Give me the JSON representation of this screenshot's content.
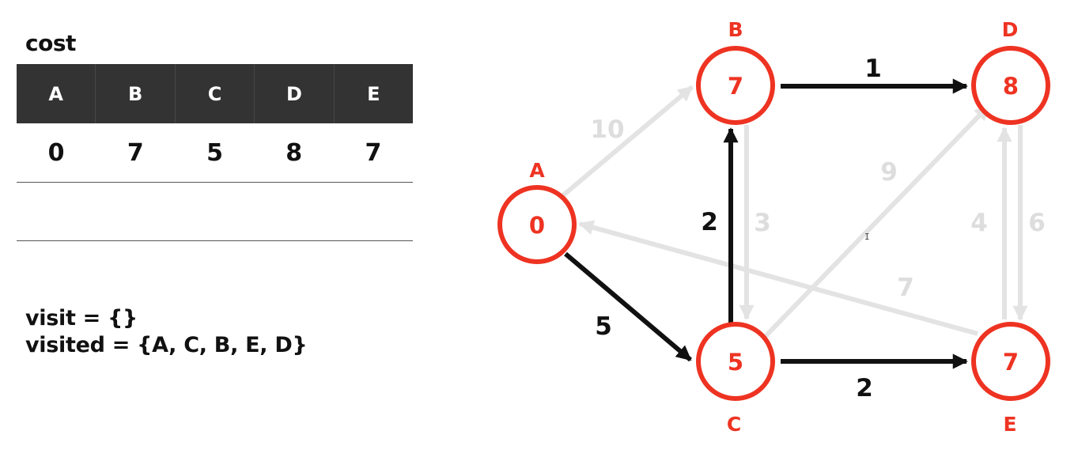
{
  "cost": {
    "title": "cost",
    "headers": [
      "A",
      "B",
      "C",
      "D",
      "E"
    ],
    "values": [
      "0",
      "7",
      "5",
      "8",
      "7"
    ]
  },
  "sets": {
    "visit": "visit = {}",
    "visited": "visited = {A, C, B, E, D}"
  },
  "graph": {
    "nodes": {
      "A": {
        "label": "A",
        "cost": "0"
      },
      "B": {
        "label": "B",
        "cost": "7"
      },
      "C": {
        "label": "C",
        "cost": "5"
      },
      "D": {
        "label": "D",
        "cost": "8"
      },
      "E": {
        "label": "E",
        "cost": "7"
      }
    },
    "edges": {
      "A_B": {
        "weight": "10",
        "path": false
      },
      "A_C": {
        "weight": "5",
        "path": true
      },
      "C_B": {
        "weight": "2",
        "path": true
      },
      "B_C": {
        "weight": "3",
        "path": false
      },
      "B_D": {
        "weight": "1",
        "path": true
      },
      "C_D": {
        "weight": "9",
        "path": false
      },
      "C_E": {
        "weight": "2",
        "path": true
      },
      "E_A": {
        "weight": "7",
        "path": false
      },
      "E_D": {
        "weight": "4",
        "path": false
      },
      "D_E": {
        "weight": "6",
        "path": false
      }
    },
    "colors": {
      "node": "#ee3322",
      "path_edge": "#111111",
      "other_edge": "#e3e3e3"
    }
  }
}
